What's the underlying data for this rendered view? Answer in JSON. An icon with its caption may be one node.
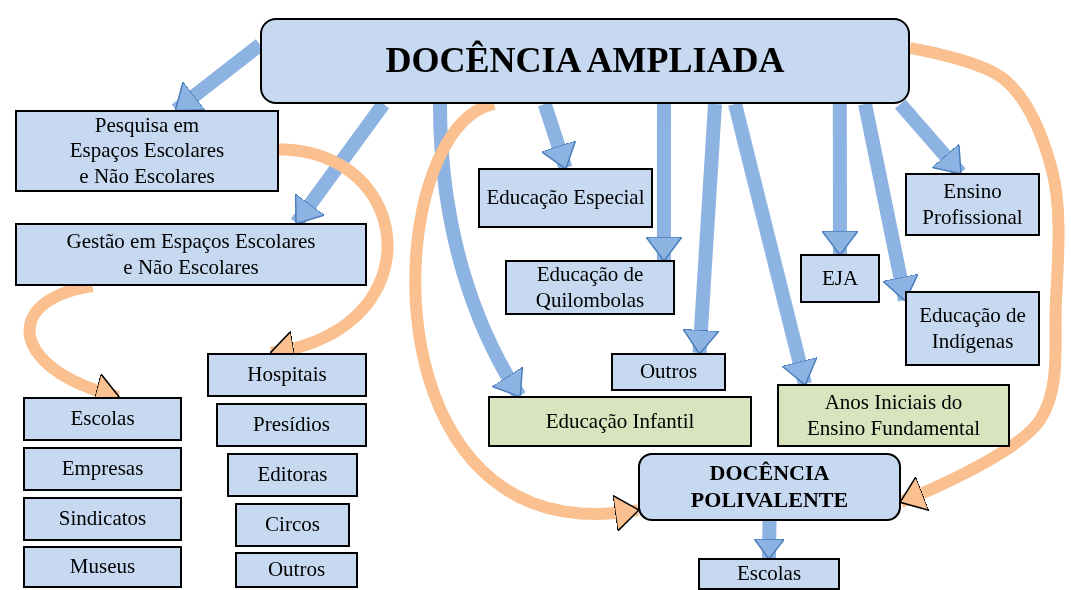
{
  "diagram": {
    "nodes": [
      {
        "text": [
          "DOCÊNCIA AMPLIADA"
        ]
      },
      {
        "text": [
          "Pesquisa em Espaços Escolares e Não Escolares"
        ]
      },
      {
        "text": [
          "Gestão em Espaços Escolares e Não Escolares"
        ]
      },
      {
        "text": [
          "Educação Especial"
        ]
      },
      {
        "text": [
          "Ensino Profissional"
        ]
      },
      {
        "text": [
          "Educação de Quilombolas"
        ]
      },
      {
        "text": [
          "EJA"
        ]
      },
      {
        "text": [
          "Educação de Indígenas"
        ]
      },
      {
        "text": [
          "Outros"
        ]
      },
      {
        "text": [
          "Educação Infantil"
        ]
      },
      {
        "text": [
          "Anos Iniciais do Ensino Fundamental"
        ]
      },
      {
        "text": [
          "DOCÊNCIA POLIVALENTE"
        ]
      },
      {
        "text": [
          "Escolas"
        ]
      },
      {
        "text": [
          "Hospitais"
        ]
      },
      {
        "text": [
          "Presídios"
        ]
      },
      {
        "text": [
          "Editoras"
        ]
      },
      {
        "text": [
          "Circos"
        ]
      },
      {
        "text": [
          "Outros"
        ]
      },
      {
        "text": [
          "Escolas"
        ]
      },
      {
        "text": [
          "Empresas"
        ]
      },
      {
        "text": [
          "Sindicatos"
        ]
      },
      {
        "text": [
          "Museus"
        ]
      }
    ],
    "edges": [
      {
        "from": 0,
        "to": 1,
        "arrow": "to"
      },
      {
        "from": 0,
        "to": 2,
        "arrow": "to"
      },
      {
        "from": 0,
        "to": 9,
        "arrow": "to"
      },
      {
        "from": 0,
        "to": 3,
        "arrow": "to"
      },
      {
        "from": 0,
        "to": 5,
        "arrow": "to"
      },
      {
        "from": 0,
        "to": 8,
        "arrow": "to"
      },
      {
        "from": 0,
        "to": 10,
        "arrow": "to"
      },
      {
        "from": 0,
        "to": 6,
        "arrow": "to"
      },
      {
        "from": 0,
        "to": 7,
        "arrow": "to"
      },
      {
        "from": 0,
        "to": 4,
        "arrow": "to"
      },
      {
        "from": 0,
        "to": 11,
        "arrow": "to",
        "color": "#fac08f"
      },
      {
        "from": 0,
        "to": 11,
        "arrow": "to",
        "color": "#fac08f"
      },
      {
        "from": 1,
        "to": 13,
        "arrow": "to",
        "color": "#fac08f"
      },
      {
        "from": 2,
        "to": 18,
        "arrow": "to",
        "color": "#fac08f"
      },
      {
        "from": 11,
        "to": 12,
        "arrow": "to"
      }
    ]
  }
}
